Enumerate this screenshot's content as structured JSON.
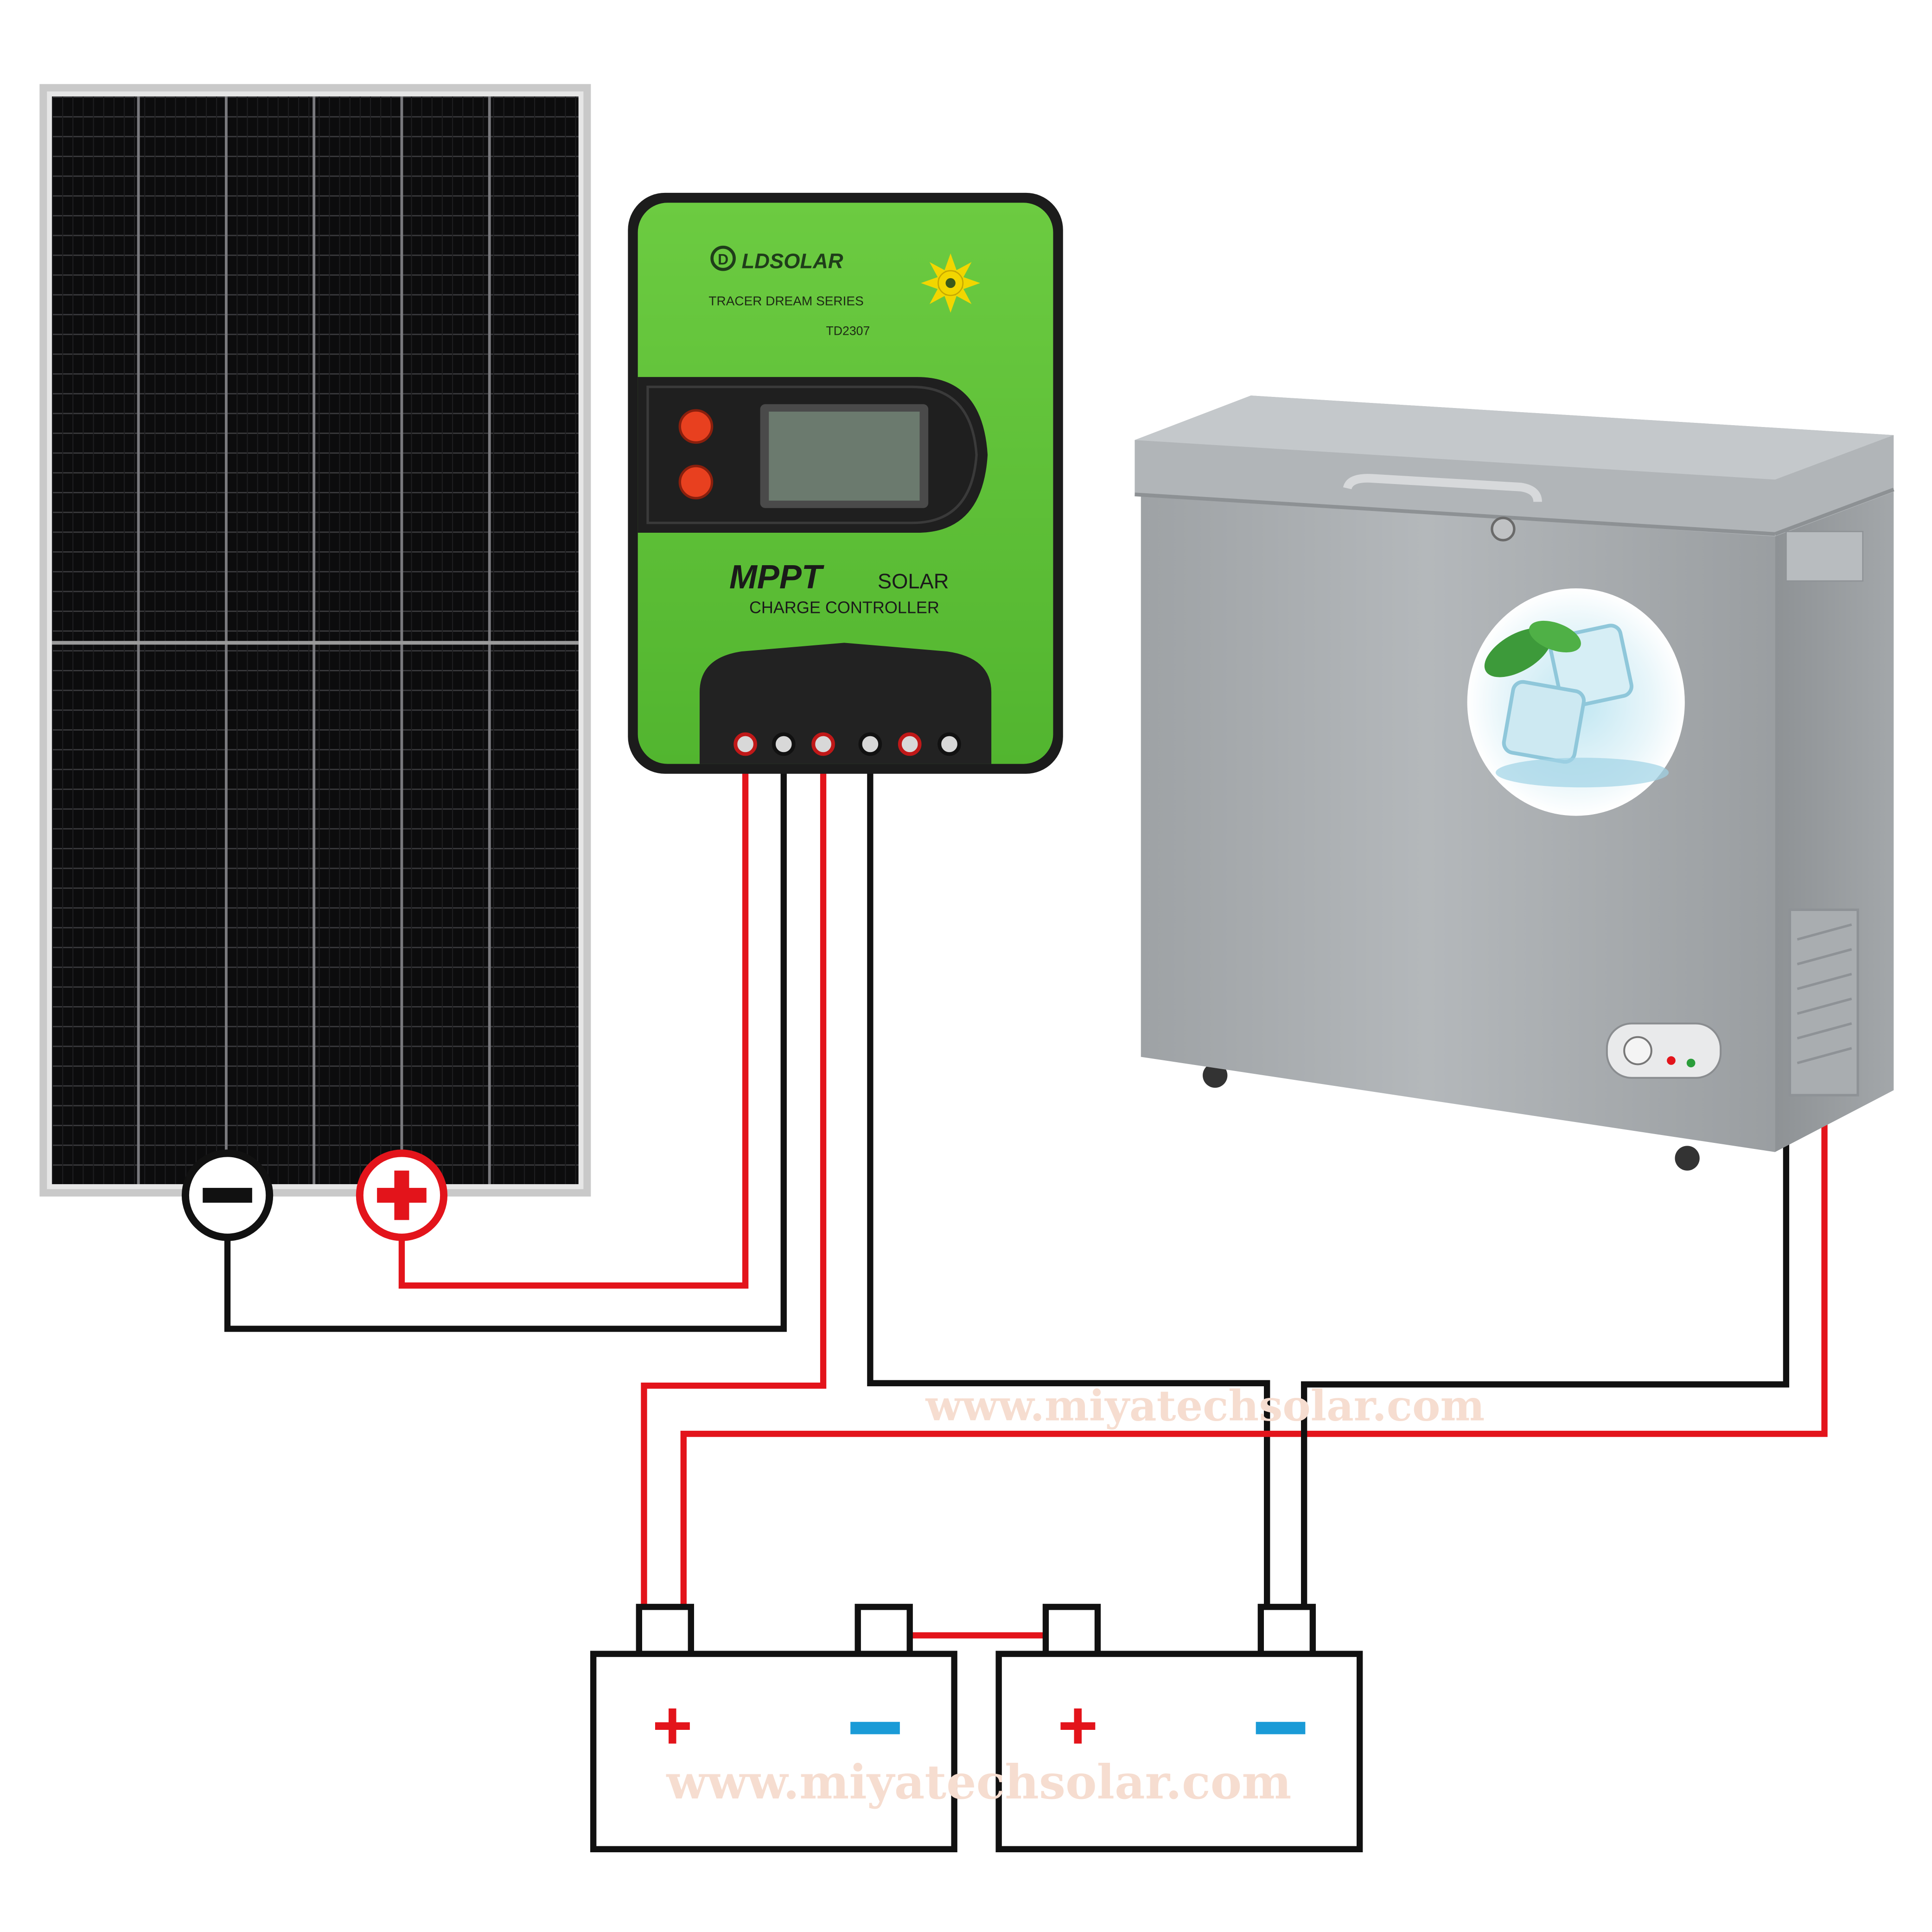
{
  "controller": {
    "brand": "LDSOLAR",
    "series": "TRACER DREAM SERIES",
    "model": "TD2307",
    "title_main": "MPPT",
    "title_side": "SOLAR",
    "title_sub": "CHARGE CONTROLLER"
  },
  "watermark": {
    "upper": "www.miyatechsolar.com",
    "lower": "www.miyatechsolar.com"
  },
  "batteries": [
    {
      "pos_symbol": "+",
      "neg_symbol": "−"
    },
    {
      "pos_symbol": "+",
      "neg_symbol": "−"
    }
  ],
  "panel_terminals": {
    "neg_symbol": "−",
    "pos_symbol": "+"
  },
  "colors": {
    "positive_wire": "#e3141b",
    "negative_wire": "#111111",
    "controller_green": "#5fc33a",
    "negative_symbol": "#1a9bd7",
    "freezer": "#a9adb0"
  },
  "icons": [
    "solar-panel-icon",
    "charge-controller-icon",
    "sun-icon",
    "chest-freezer-icon",
    "ice-cube-icon",
    "battery-icon"
  ]
}
